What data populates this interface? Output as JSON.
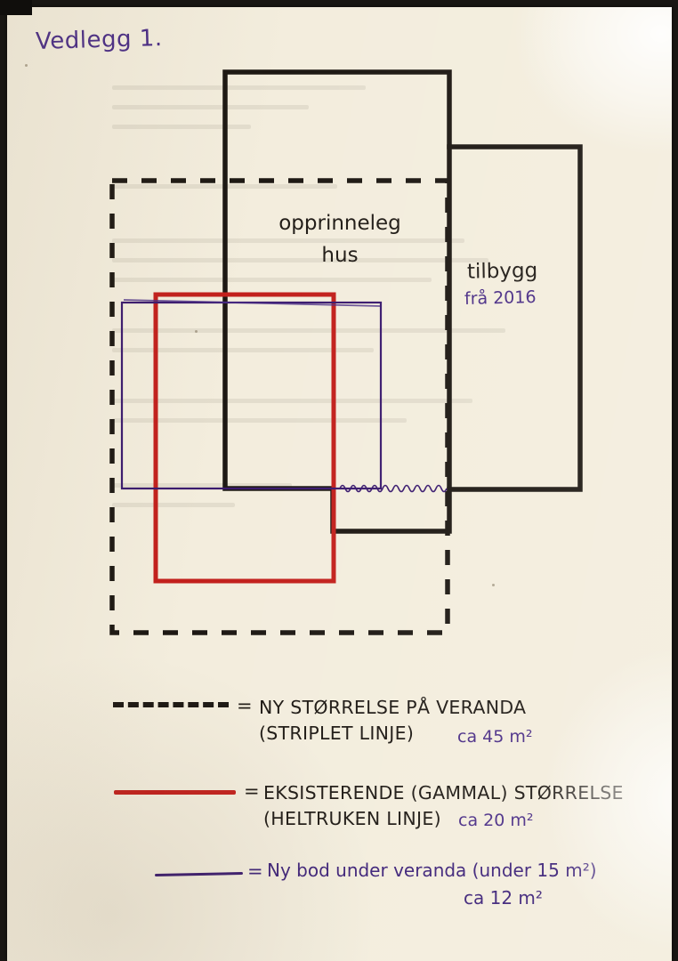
{
  "document": {
    "title": "Vedlegg 1.",
    "medium": "hand-drawn sketch on paper"
  },
  "drawing": {
    "labels": {
      "main_house": "opprinneleg\nhus",
      "main_house_line1": "opprinneleg",
      "main_house_line2": "hus",
      "extension": "tilbygg",
      "extension_year": "frå 2016"
    },
    "colors": {
      "ink_black": "#1d1813",
      "ink_purple": "#3c2178",
      "ink_red": "#c2201c",
      "paper": "#f3eddd"
    }
  },
  "legend": {
    "items": [
      {
        "id": "ny-storrelse",
        "sample": "dashed-black-line",
        "equals": "=",
        "line1": "NY STØRRELSE PÅ VERANDA",
        "line2": "(STRIPLET LINJE)",
        "area": "ca 45 m²"
      },
      {
        "id": "eksisterende-storrelse",
        "sample": "solid-red-line",
        "equals": "=",
        "line1": "EKSISTERENDE (GAMMAL) STØRRELSE",
        "line2": "(HELTRUKEN LINJE)",
        "area": "ca 20 m²"
      },
      {
        "id": "ny-bod",
        "sample": "solid-purple-line",
        "equals": "=",
        "line1": "Ny bod under veranda (under 15 m²)",
        "line2": "",
        "area": "ca 12 m²"
      }
    ]
  }
}
